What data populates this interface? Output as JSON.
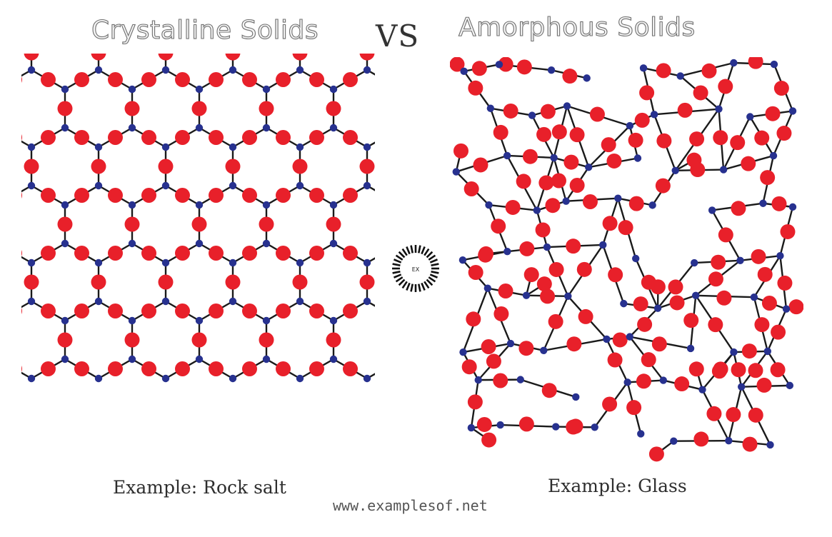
{
  "header": {
    "left_title": "Crystalline Solids",
    "vs_label": "VS",
    "right_title": "Amorphous Solids"
  },
  "left_panel": {
    "example": "Example: Rock salt",
    "structure": "regular-hexagonal-lattice"
  },
  "right_panel": {
    "example": "Example: Glass",
    "structure": "random-network"
  },
  "logo": {
    "text": "EX",
    "icon": "sunburst-logo-icon"
  },
  "footer": {
    "url": "www.examplesof.net"
  },
  "colors": {
    "large_atom": "#e8202a",
    "small_atom": "#27318f",
    "bond": "#1a1a1a",
    "title_fill": "#f4f4f4",
    "title_outline": "#6f6f6f"
  }
}
